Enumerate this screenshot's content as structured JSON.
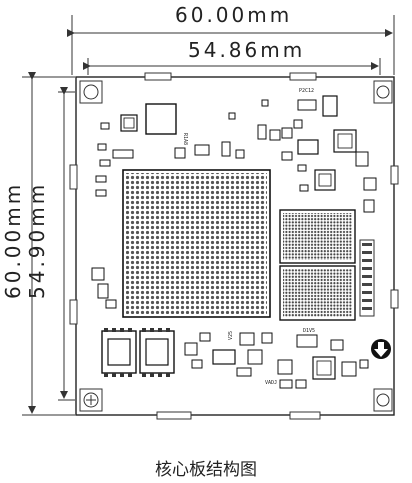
{
  "dimensions": {
    "top_outer": "60.00mm",
    "top_inner": "54.86mm",
    "left_outer": "60.00mm",
    "left_inner": "54.90mm"
  },
  "caption": "核心板结构图",
  "board": {
    "silk_labels": [
      "R1A8",
      "P2C12",
      "D1V5",
      "V25",
      "VADJ"
    ]
  }
}
